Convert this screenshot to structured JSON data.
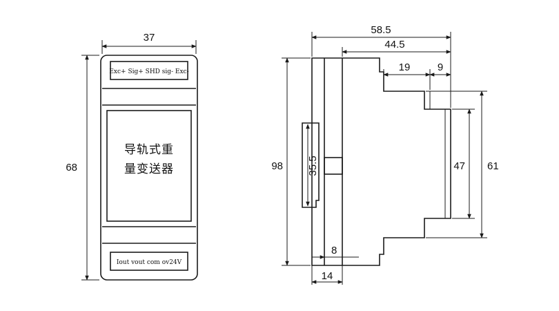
{
  "front_view": {
    "width_dim": "37",
    "height_dim": "68",
    "top_label": "Exc+ Sig+ SHD sig- Exc-",
    "panel_line1": "导轨式重",
    "panel_line2": "量变送器",
    "bottom_label": "Iout vout com ov24V"
  },
  "side_view": {
    "dim_overall_depth": "58.5",
    "dim_body_depth": "44.5",
    "dim_step_19": "19",
    "dim_step_9": "9",
    "dim_height_98": "98",
    "dim_rail_35_5": "35.5",
    "dim_inner_47": "47",
    "dim_outer_61": "61",
    "dim_bottom_8": "8",
    "dim_bottom_14": "14"
  }
}
